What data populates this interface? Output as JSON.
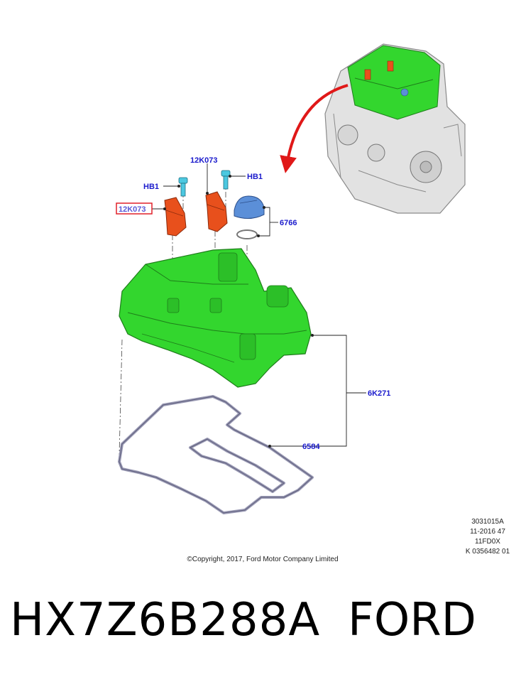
{
  "callouts": {
    "coil_top": "12K073",
    "coil_left": "12K073",
    "bolt_left": "HB1",
    "bolt_right": "HB1",
    "cap": "6766",
    "cover": "6K271",
    "gasket": "6584"
  },
  "meta_lines": [
    "3031015A",
    "11-2016 47",
    "11FD0X",
    "K 0356482 01"
  ],
  "copyright": "©Copyright, 2017, Ford Motor Company Limited",
  "footer": {
    "part_number": "HX7Z6B288A",
    "brand": "FORD"
  },
  "colors": {
    "cover_green": "#33d62e",
    "coil_orange": "#e8501c",
    "bolt_cyan": "#4cc8e0",
    "cap_blue": "#5b8fd8",
    "gasket_gray": "#9a9ab4",
    "label_blue": "#1a1acc",
    "highlight_red": "#e0202a",
    "arrow_red": "#e01818"
  }
}
